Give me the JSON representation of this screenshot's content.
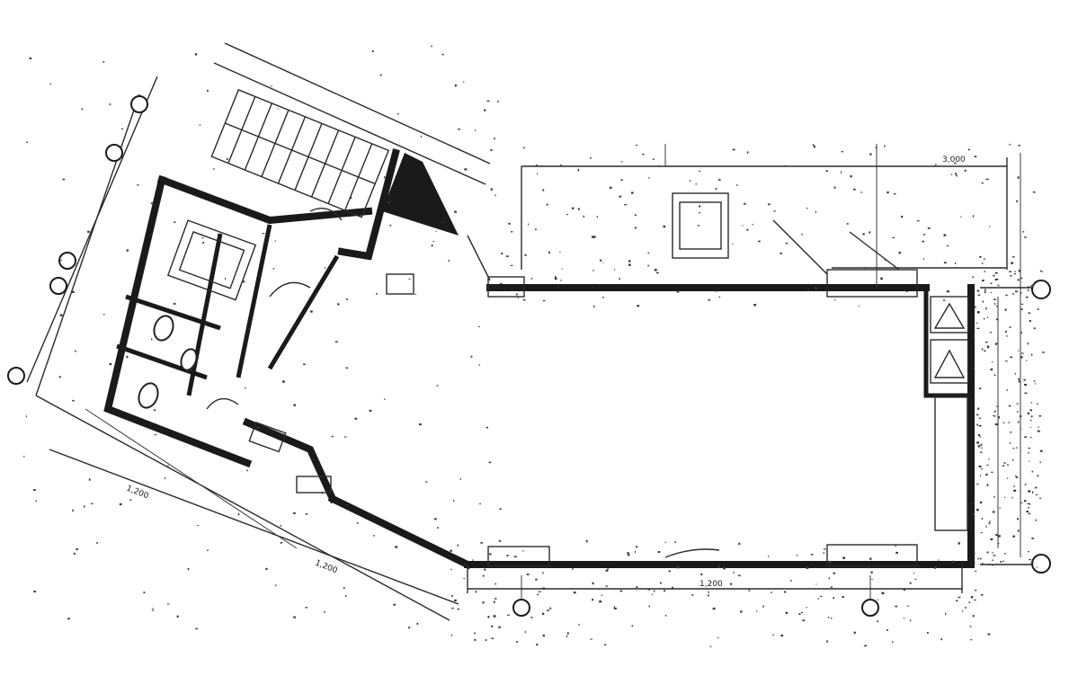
{
  "drawing": {
    "kind": "floor-plan",
    "rendering": "faxed/photocopied black-and-white architectural plan",
    "colors": {
      "ink": "#1a1a1a",
      "paper": "#ffffff"
    }
  },
  "axis_markers": [],
  "dimension_labels": [
    "1,200",
    "1,200",
    "1,200",
    "3,000"
  ]
}
